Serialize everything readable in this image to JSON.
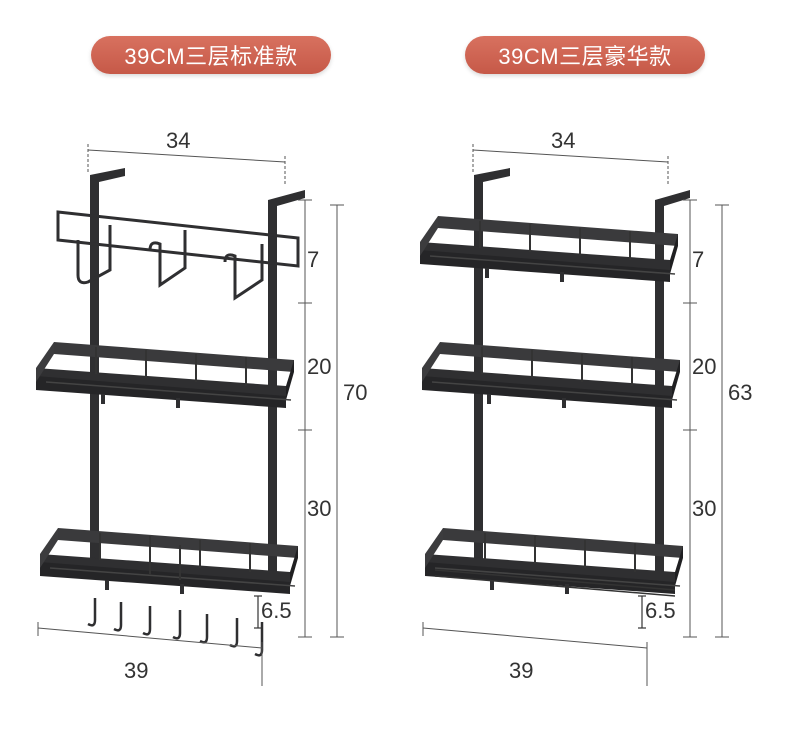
{
  "left": {
    "title": "39CM三层标准款",
    "dims": {
      "top_width": "34",
      "bottom_width": "39",
      "shelf1": "7",
      "shelf2": "20",
      "shelf3": "30",
      "total": "70",
      "depth": "6.5"
    }
  },
  "right": {
    "title": "39CM三层豪华款",
    "dims": {
      "top_width": "34",
      "bottom_width": "39",
      "shelf1": "7",
      "shelf2": "20",
      "shelf3": "30",
      "total": "63",
      "depth": "6.5"
    }
  },
  "colors": {
    "accent": "#c95c4a",
    "metal": "#2f2f31",
    "dim_line": "#555555"
  }
}
